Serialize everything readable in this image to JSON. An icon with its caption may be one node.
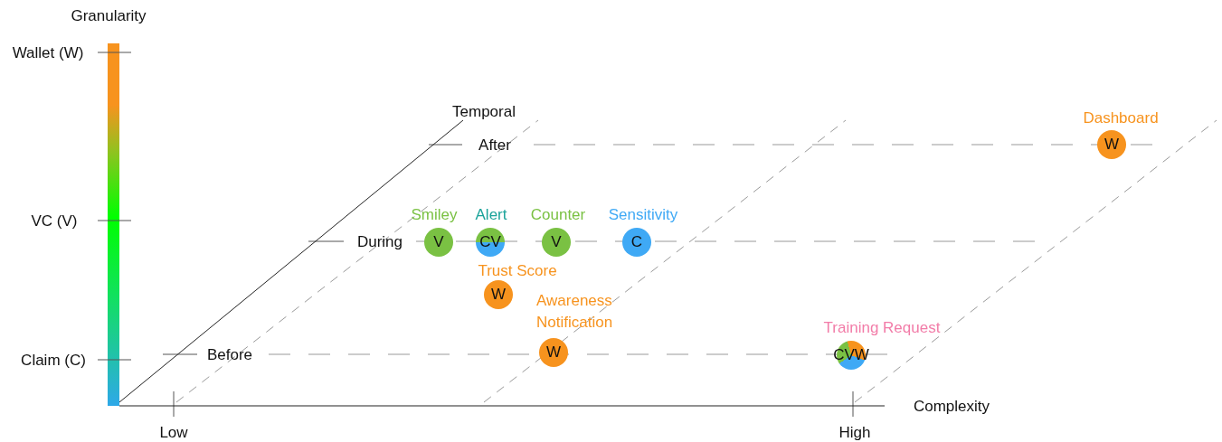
{
  "diagram": {
    "nodes": [
      {
        "text": [
          "V"
        ],
        "beside": [
          "Smiley"
        ]
      },
      {
        "text": [
          "CV"
        ],
        "beside": [
          "Alert"
        ]
      },
      {
        "text": [
          "V"
        ],
        "beside": [
          "Counter"
        ]
      },
      {
        "text": [
          "C"
        ],
        "beside": [
          "Sensitivity"
        ]
      },
      {
        "text": [
          "W"
        ],
        "beside": [
          "Trust Score"
        ]
      },
      {
        "text": [
          "W"
        ],
        "beside": [
          "Awareness Notification"
        ]
      },
      {
        "text": [
          "CVW"
        ],
        "beside": [
          "Training Request"
        ]
      },
      {
        "text": [
          "W"
        ],
        "beside": [
          "Dashboard"
        ]
      }
    ],
    "labels": [
      "Granularity",
      "Wallet (W)",
      "Temporal",
      "After",
      "VC (V)",
      "During",
      "Before",
      "Claim (C)",
      "Complexity",
      "Low",
      "High"
    ]
  }
}
